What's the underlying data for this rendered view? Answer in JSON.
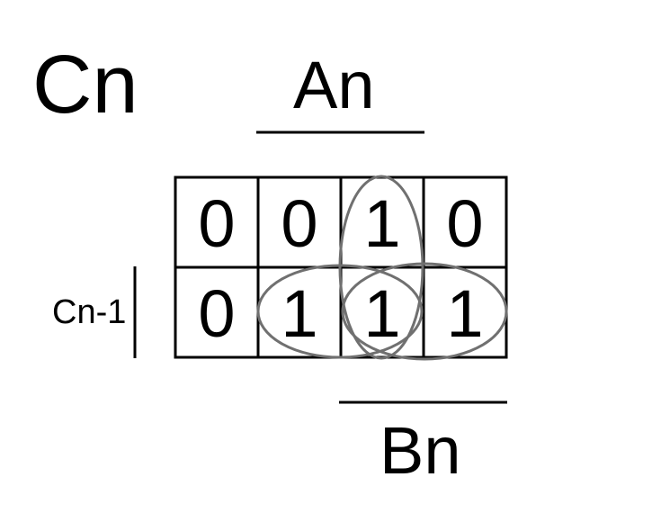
{
  "map": {
    "output_name": "Cn",
    "top_variable": "An",
    "bottom_variable": "Bn",
    "side_variable": "Cn-1",
    "rows": [
      [
        "0",
        "0",
        "1",
        "0"
      ],
      [
        "0",
        "1",
        "1",
        "1"
      ]
    ]
  },
  "colors": {
    "grid": "#000000",
    "loop": "#707070"
  }
}
